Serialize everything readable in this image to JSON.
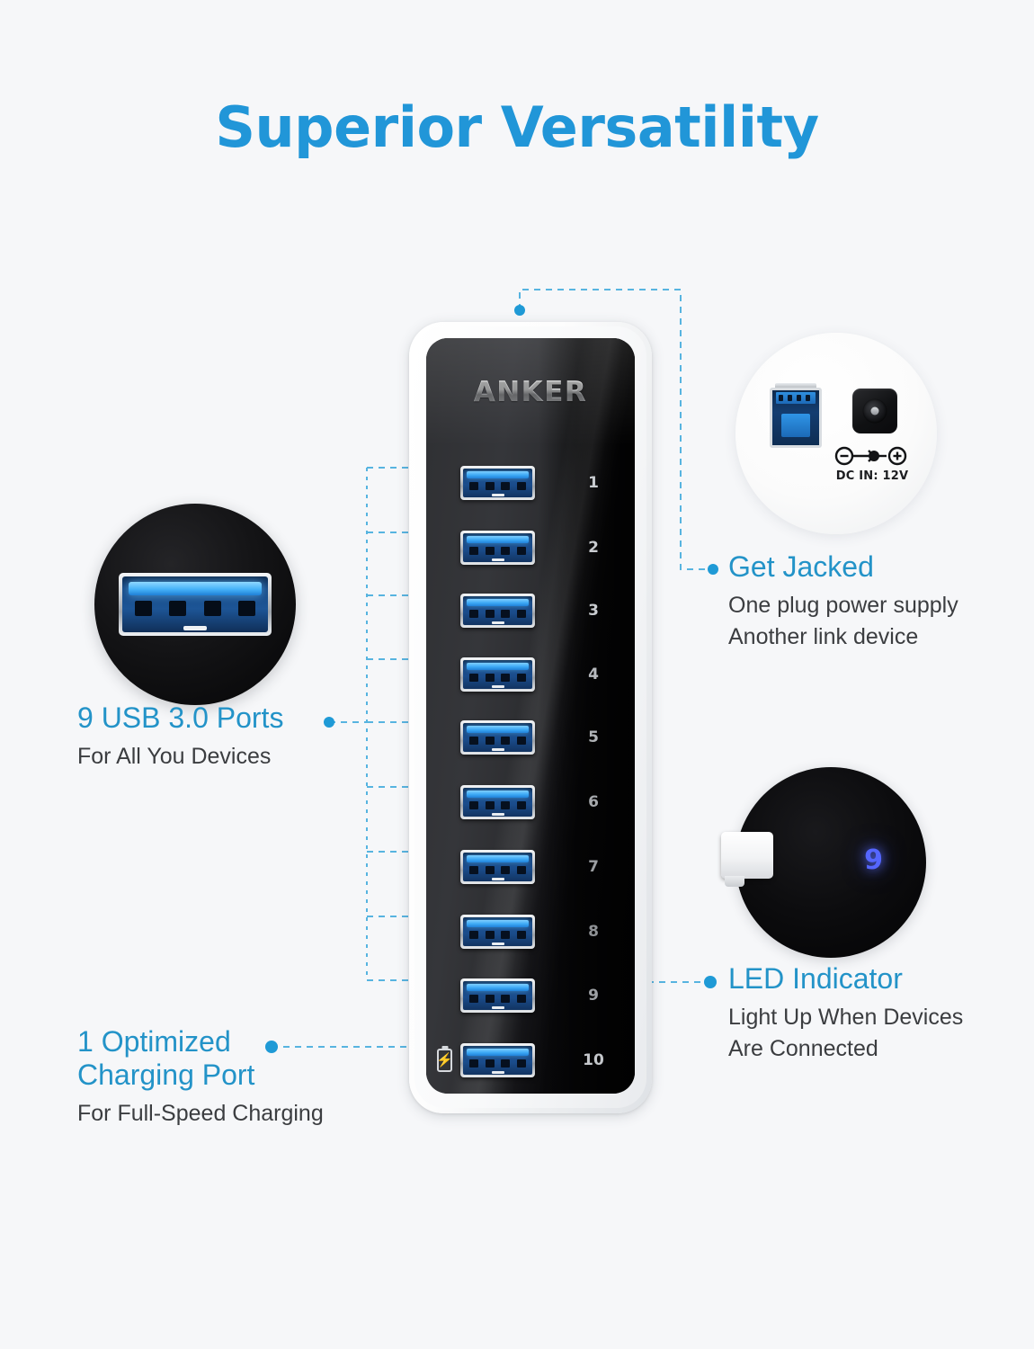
{
  "page": {
    "title": "Superior Versatility",
    "background_color": "#f6f7f9",
    "accent_blue": "#2393c8",
    "title_blue": "#2196d8",
    "body_gray": "#3b3d40"
  },
  "device": {
    "brand": "ANKER",
    "port_numbers": [
      "1",
      "2",
      "3",
      "4",
      "5",
      "6",
      "7",
      "8",
      "9",
      "10"
    ],
    "charging_port_number": "10",
    "charging_glyph": "⚡"
  },
  "insets": {
    "jack_circle": {
      "dc_label": "DC IN: 12V"
    },
    "led_circle": {
      "led_number": "9"
    }
  },
  "callouts": [
    {
      "id": "usb-ports",
      "head": "9 USB 3.0 Ports",
      "sub": "For All You Devices"
    },
    {
      "id": "charging-port",
      "head_line1": "1 Optimized",
      "head_line2": "Charging Port",
      "sub": "For Full-Speed Charging"
    },
    {
      "id": "get-jacked",
      "head": "Get Jacked",
      "sub_line1": "One plug power supply",
      "sub_line2": "Another link device"
    },
    {
      "id": "led-indicator",
      "head": "LED Indicator",
      "sub_line1": "Light Up When Devices",
      "sub_line2": "Are Connected"
    }
  ]
}
